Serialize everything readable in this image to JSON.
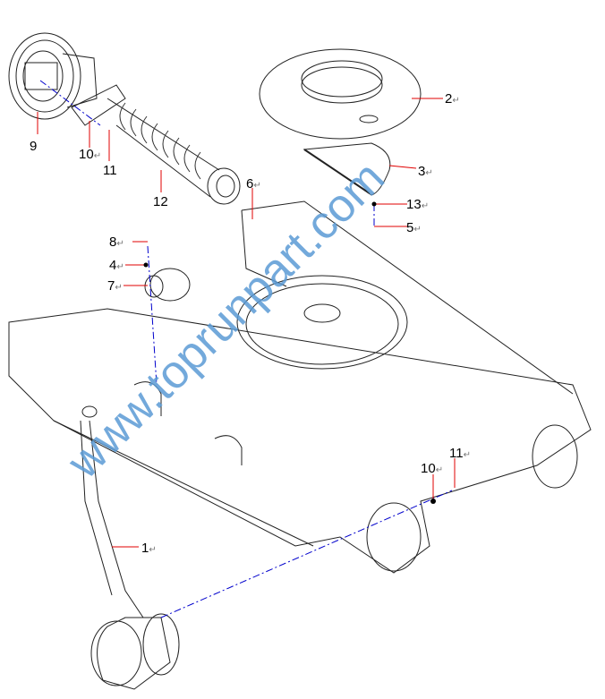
{
  "title": "Track frame exploded parts diagram",
  "callouts": [
    {
      "id": "c9",
      "text": "9"
    },
    {
      "id": "c10a",
      "text": "10"
    },
    {
      "id": "c11a",
      "text": "11"
    },
    {
      "id": "c12",
      "text": "12"
    },
    {
      "id": "c2",
      "text": "2"
    },
    {
      "id": "c3",
      "text": "3"
    },
    {
      "id": "c13",
      "text": "13"
    },
    {
      "id": "c5",
      "text": "5"
    },
    {
      "id": "c6",
      "text": "6"
    },
    {
      "id": "c8",
      "text": "8"
    },
    {
      "id": "c4",
      "text": "4"
    },
    {
      "id": "c7",
      "text": "7"
    },
    {
      "id": "c10b",
      "text": "10"
    },
    {
      "id": "c11b",
      "text": "11"
    },
    {
      "id": "c1",
      "text": "1"
    }
  ],
  "watermark": "www.toprunpart.com",
  "return_mark": "↵",
  "colors": {
    "leader": "#e00000",
    "centerline": "#0000cc",
    "watermark": "#5b9bd5"
  }
}
